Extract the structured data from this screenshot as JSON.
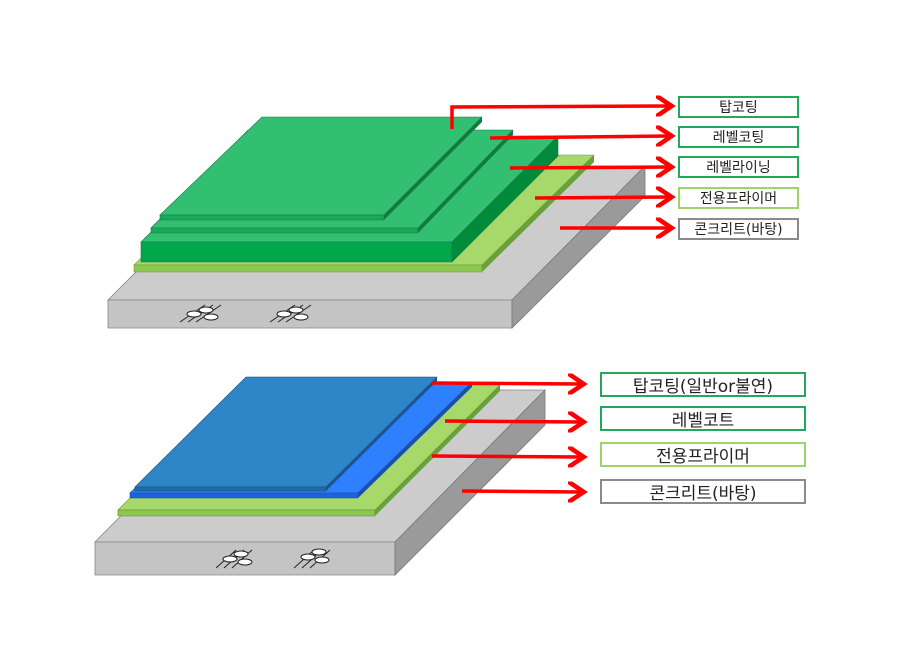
{
  "diagram_top": {
    "title": "Epoxy coating layer structure",
    "labels": [
      "탑코팅",
      "레벨코팅",
      "레벨라이닝",
      "전용프라이머",
      "콘크리트(바탕)"
    ]
  },
  "diagram_bottom": {
    "labels": [
      "탑코팅(일반or불연)",
      "레벨코트",
      "전용프라이머",
      "콘크리트(바탕)"
    ]
  },
  "colors": {
    "arrow": "#ff0000",
    "concrete": "#cccccc",
    "primer": "#a6d96a",
    "green_top": "#33bf72",
    "green_dark": "#00a84c",
    "blue_top": "#2e86c8",
    "blue_level": "#2f80ff"
  }
}
